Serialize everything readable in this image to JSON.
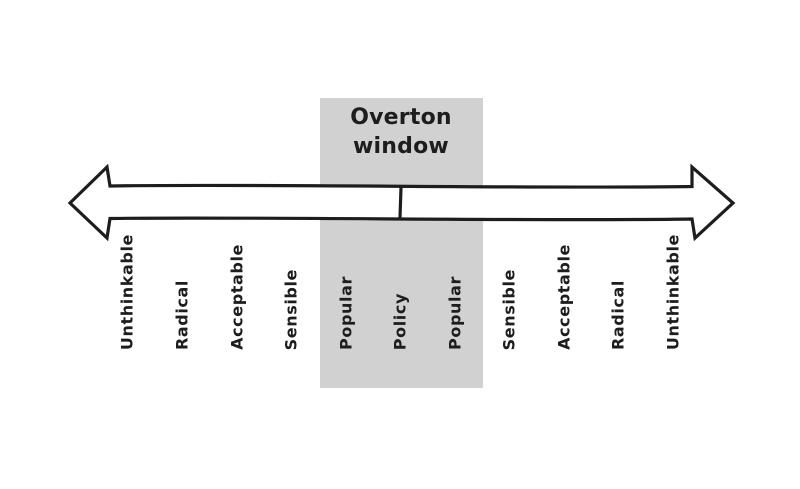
{
  "diagram": {
    "title": "Overton window",
    "labels": [
      "Unthinkable",
      "Radical",
      "Acceptable",
      "Sensible",
      "Popular",
      "Policy",
      "Popular",
      "Sensible",
      "Acceptable",
      "Radical",
      "Unthinkable"
    ]
  },
  "colors": {
    "ink": "#1d1d1d",
    "window-fill": "#d1d1d1",
    "background": "#ffffff"
  }
}
